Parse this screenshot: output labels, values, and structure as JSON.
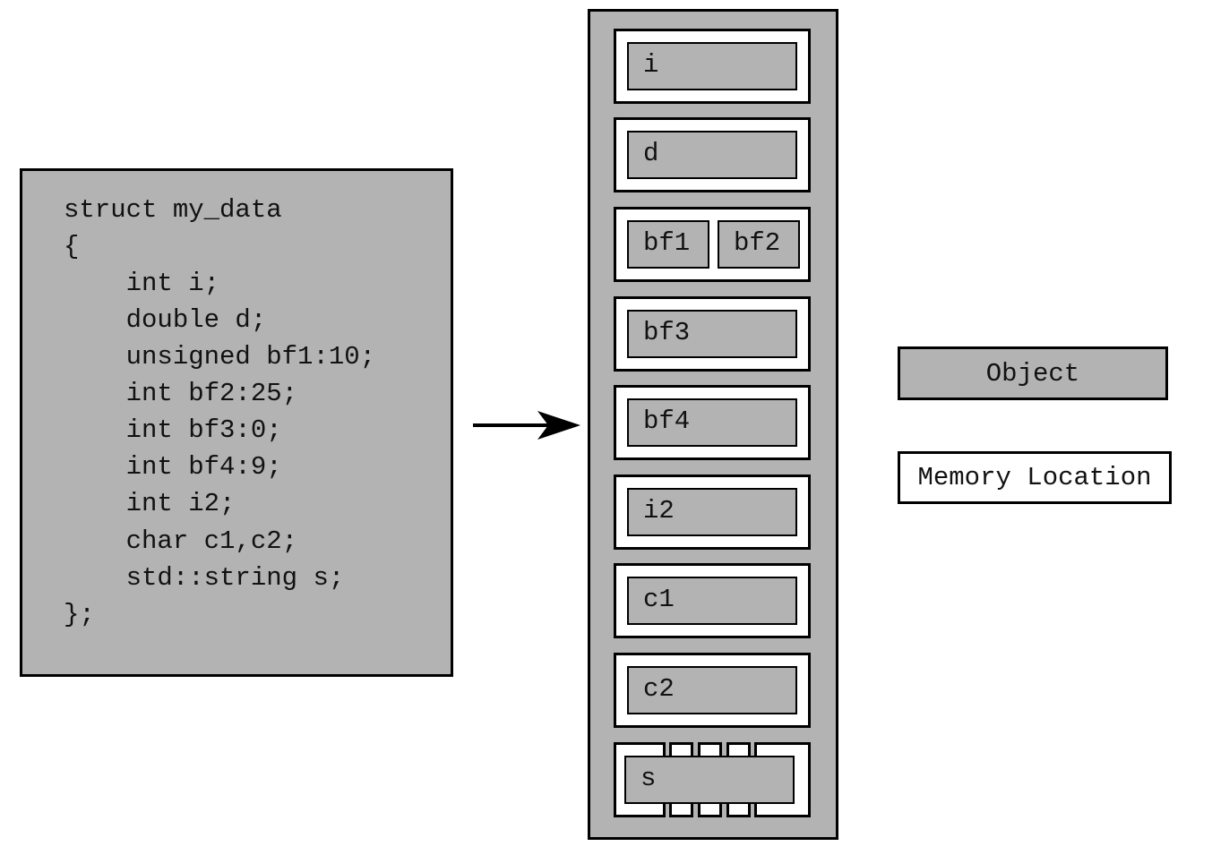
{
  "code": {
    "lines": [
      "struct my_data",
      "{",
      "    int i;",
      "    double d;",
      "    unsigned bf1:10;",
      "    int bf2:25;",
      "    int bf3:0;",
      "    int bf4:9;",
      "    int i2;",
      "    char c1,c2;",
      "    std::string s;",
      "};"
    ]
  },
  "memory": {
    "locations": [
      {
        "objects": [
          "i"
        ]
      },
      {
        "objects": [
          "d"
        ]
      },
      {
        "objects": [
          "bf1",
          "bf2"
        ]
      },
      {
        "objects": [
          "bf3"
        ]
      },
      {
        "objects": [
          "bf4"
        ]
      },
      {
        "objects": [
          "i2"
        ]
      },
      {
        "objects": [
          "c1"
        ]
      },
      {
        "objects": [
          "c2"
        ]
      },
      {
        "objects": [
          "s"
        ],
        "multiple_locations": true
      }
    ]
  },
  "legend": {
    "object_label": "Object",
    "memory_location_label": "Memory Location"
  }
}
